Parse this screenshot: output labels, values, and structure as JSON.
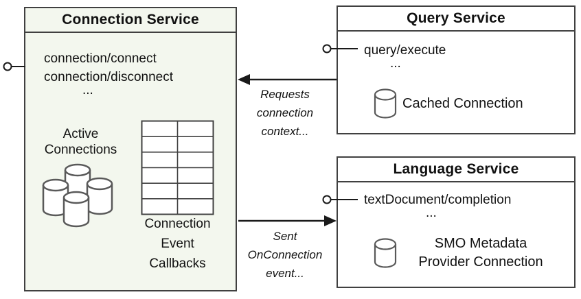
{
  "diagram": {
    "connection_service": {
      "title": "Connection Service",
      "method_1": "connection/connect",
      "method_2": "connection/disconnect",
      "ellipsis": "...",
      "active_connections": "Active\nConnections",
      "callbacks": "Connection\nEvent\nCallbacks"
    },
    "query_service": {
      "title": "Query Service",
      "method_1": "query/execute",
      "ellipsis": "...",
      "cached_connection": "Cached Connection"
    },
    "language_service": {
      "title": "Language Service",
      "method_1": "textDocument/completion",
      "ellipsis": "...",
      "smo_connection": "SMO Metadata\nProvider Connection"
    },
    "arrow_labels": {
      "requests": "Requests\nconnection\ncontext...",
      "sent": "Sent\nOnConnection\nevent..."
    },
    "icons": {
      "interface-lollipop-icon": "circle-with-line",
      "database-cylinder-icon": "cylinder",
      "connections-cluster-icon": "group-of-4-cylinders",
      "table-grid-icon": "2x6-grid",
      "arrow-icon": "solid-triangle-arrowhead"
    },
    "colors": {
      "connection_box_fill": "#f3f7ee",
      "service_box_fill": "#ffffff",
      "box_border": "#404040",
      "cylinder_stroke": "#595959",
      "arrow_color": "#1a1a1a",
      "text_color": "#111111"
    }
  }
}
